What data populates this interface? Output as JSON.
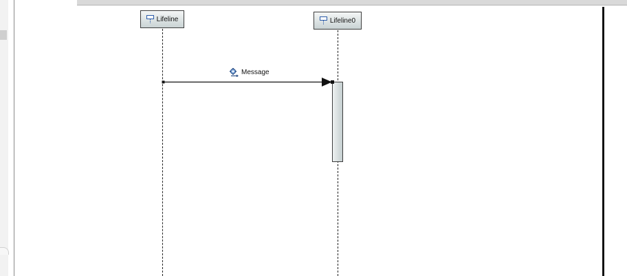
{
  "diagram": {
    "lifelines": [
      {
        "name": "Lifeline",
        "icon": "lifeline-icon"
      },
      {
        "name": "Lifeline0",
        "icon": "lifeline-icon"
      }
    ],
    "message": {
      "label": "Message",
      "icon": "message-icon",
      "from": "Lifeline",
      "to": "Lifeline0"
    }
  }
}
